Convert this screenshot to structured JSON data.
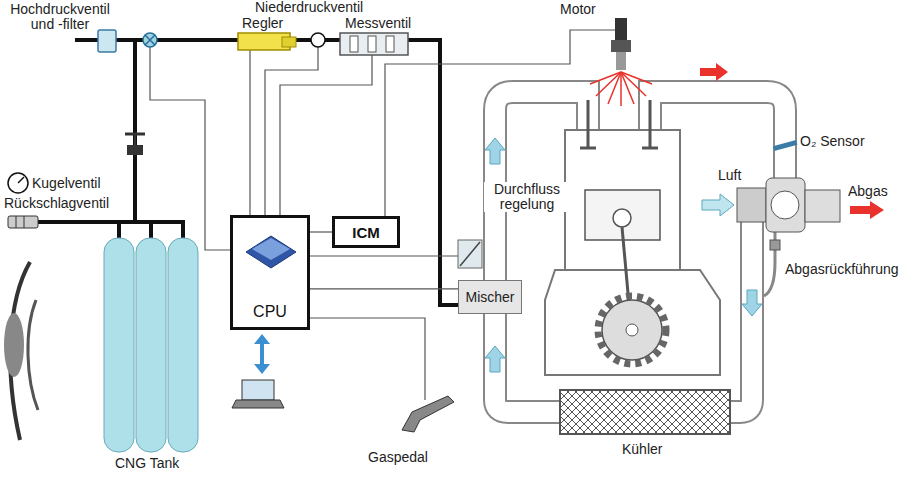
{
  "diagram": {
    "nodes": [
      {
        "text": [
          "CPU"
        ]
      },
      {
        "text": [
          "ICM"
        ]
      },
      {
        "text": [
          "Mischer"
        ]
      }
    ],
    "edges": [
      {
        "from": 0,
        "to": 1,
        "arrow": "none"
      },
      {
        "from": 0,
        "to": 2,
        "arrow": "none"
      }
    ],
    "labels": [
      "Hochdruckventil und -filter",
      "Niederdruckventil",
      "Motor",
      "Regler",
      "Messventil",
      "Kugelventil",
      "Rückschlagventil",
      "Durchfluss regelung",
      "Luft",
      "O₂ Sensor",
      "Abgas",
      "Abgasrückführung",
      "Kühler",
      "Gaspedal",
      "CNG Tank"
    ]
  }
}
